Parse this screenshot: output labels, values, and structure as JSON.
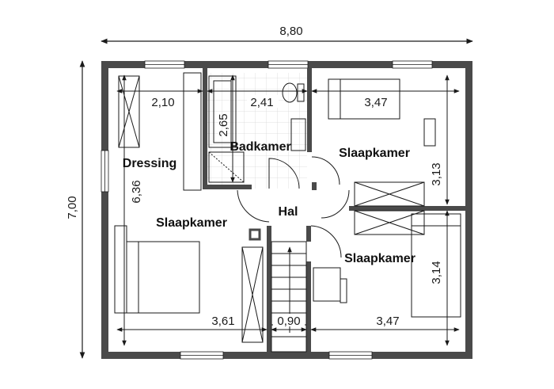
{
  "overall": {
    "width_label": "8,80",
    "height_label": "7,00"
  },
  "rooms": {
    "dressing": "Dressing",
    "badkamer": "Badkamer",
    "slaapkamer_ne": "Slaapkamer",
    "slaapkamer_w": "Slaapkamer",
    "slaapkamer_se": "Slaapkamer",
    "hal": "Hal"
  },
  "dimensions": {
    "dressing_width": "2,10",
    "bath_width": "2,41",
    "bath_depth": "2,65",
    "ne_width": "3,47",
    "ne_depth": "3,13",
    "w_depth": "6,36",
    "w_width": "3,61",
    "hall_width": "0,90",
    "se_width": "3,47",
    "se_depth": "3,14"
  },
  "colors": {
    "wall": "#4a4a4a",
    "line": "#1a1a1a",
    "tile": "#cfcfcf"
  }
}
